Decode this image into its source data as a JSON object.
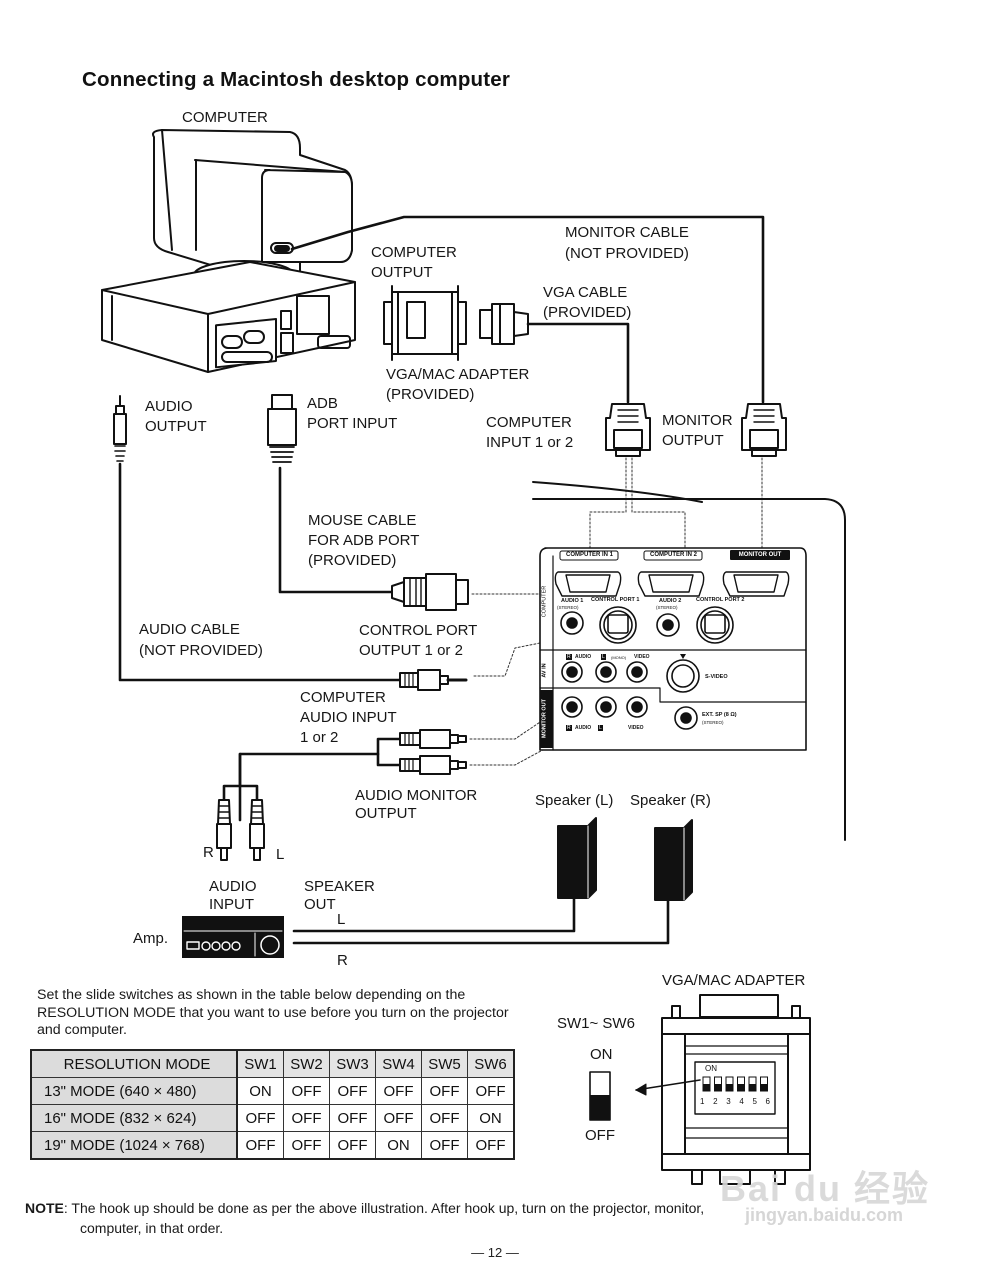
{
  "page": {
    "title": "Connecting a Macintosh desktop computer",
    "page_number": "— 12 —"
  },
  "diagram": {
    "computer": "COMPUTER",
    "computer_output": [
      "COMPUTER",
      "OUTPUT"
    ],
    "monitor_cable": [
      "MONITOR CABLE",
      "(NOT PROVIDED)"
    ],
    "vga_cable": [
      "VGA CABLE",
      "(PROVIDED)"
    ],
    "vga_mac_adapter": [
      "VGA/MAC ADAPTER",
      "(PROVIDED)"
    ],
    "audio_output": [
      "AUDIO",
      "OUTPUT"
    ],
    "adb_port_input": [
      "ADB",
      "PORT INPUT"
    ],
    "computer_input": [
      "COMPUTER",
      "INPUT 1 or 2"
    ],
    "monitor_output": [
      "MONITOR",
      "OUTPUT"
    ],
    "mouse_cable": [
      "MOUSE CABLE",
      "FOR ADB PORT",
      "(PROVIDED)"
    ],
    "audio_cable": [
      "AUDIO CABLE",
      "(NOT PROVIDED)"
    ],
    "control_port_output": [
      "CONTROL PORT",
      "OUTPUT 1 or 2"
    ],
    "computer_audio_input": [
      "COMPUTER",
      "AUDIO INPUT",
      "1 or 2"
    ],
    "audio_monitor_output": [
      "AUDIO MONITOR",
      "OUTPUT"
    ],
    "plug_r": "R",
    "plug_l": "L",
    "audio_input": [
      "AUDIO",
      "INPUT"
    ],
    "speaker_out": [
      "SPEAKER",
      "OUT"
    ],
    "line_l": "L",
    "line_r": "R",
    "amp": "Amp.",
    "speaker_l": "Speaker (L)",
    "speaker_r": "Speaker (R)"
  },
  "panel": {
    "computer_in_1": "COMPUTER IN 1",
    "computer_in_2": "COMPUTER IN 2",
    "monitor_out": "MONITOR OUT",
    "audio_1": "AUDIO 1",
    "audio_1_sub": "(STEREO)",
    "control_port_1": "CONTROL PORT 1",
    "audio_2": "AUDIO 2",
    "audio_2_sub": "(STEREO)",
    "control_port_2": "CONTROL PORT 2",
    "section_computer": "COMPUTER",
    "section_av_in": "AV IN",
    "section_monitor_out": "MONITOR OUT",
    "av_in_r": "R",
    "av_in_audio": "AUDIO",
    "av_in_l": "L",
    "av_in_mono": "(MONO)",
    "av_in_video": "VIDEO",
    "s_video": "S-VIDEO",
    "mon_r": "R",
    "mon_audio": "AUDIO",
    "mon_l": "L",
    "mon_video": "VIDEO",
    "ext_sp": "EXT. SP (8 Ω)",
    "ext_sp_sub": "(STEREO)"
  },
  "instructions": "Set the slide switches as shown in the table below depending on the RESOLUTION MODE that you want to use before you turn on the projector and computer.",
  "resolution_table": {
    "headers": [
      "RESOLUTION MODE",
      "SW1",
      "SW2",
      "SW3",
      "SW4",
      "SW5",
      "SW6"
    ],
    "rows": [
      [
        "13\" MODE (640 × 480)",
        "ON",
        "OFF",
        "OFF",
        "OFF",
        "OFF",
        "OFF"
      ],
      [
        "16\" MODE (832 × 624)",
        "OFF",
        "OFF",
        "OFF",
        "OFF",
        "OFF",
        "ON"
      ],
      [
        "19\" MODE (1024 × 768)",
        "OFF",
        "OFF",
        "OFF",
        "ON",
        "OFF",
        "OFF"
      ]
    ]
  },
  "adapter_figure": {
    "title": "VGA/MAC ADAPTER",
    "switch_range": "SW1~ SW6",
    "on": "ON",
    "off": "OFF",
    "dip_on": "ON",
    "dip_numbers": [
      "1",
      "2",
      "3",
      "4",
      "5",
      "6"
    ]
  },
  "note": {
    "label": "NOTE",
    "text": ": The hook up should be done as per the above illustration. After hook up, turn on the projector, monitor,",
    "text2": "computer, in that order."
  },
  "watermark": {
    "brand": "Bai du 经验",
    "url": "jingyan.baidu.com"
  }
}
